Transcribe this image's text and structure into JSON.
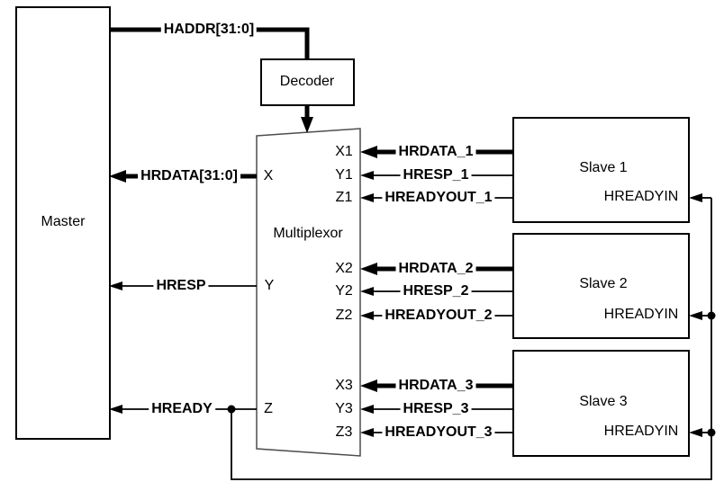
{
  "diagram": {
    "blocks": {
      "master": "Master",
      "decoder": "Decoder",
      "multiplexor": "Multiplexor",
      "slave1": "Slave 1",
      "slave2": "Slave 2",
      "slave3": "Slave 3"
    },
    "slave_ports": {
      "hreadyin1": "HREADYIN",
      "hreadyin2": "HREADYIN",
      "hreadyin3": "HREADYIN"
    },
    "mux_ports": {
      "x": "X",
      "y": "Y",
      "z": "Z",
      "x1": "X1",
      "y1": "Y1",
      "z1": "Z1",
      "x2": "X2",
      "y2": "Y2",
      "z2": "Z2",
      "x3": "X3",
      "y3": "Y3",
      "z3": "Z3"
    },
    "signals": {
      "haddr": "HADDR[31:0]",
      "hrdata": "HRDATA[31:0]",
      "hresp": "HRESP",
      "hready": "HREADY",
      "hrdata1": "HRDATA_1",
      "hresp1": "HRESP_1",
      "hreadyout1": "HREADYOUT_1",
      "hrdata2": "HRDATA_2",
      "hresp2": "HRESP_2",
      "hreadyout2": "HREADYOUT_2",
      "hrdata3": "HRDATA_3",
      "hresp3": "HRESP_3",
      "hreadyout3": "HREADYOUT_3"
    },
    "colors": {
      "background": "#ffffff",
      "line": "#000000",
      "text": "#000000",
      "mux_outline": "#4d4d4d"
    }
  }
}
